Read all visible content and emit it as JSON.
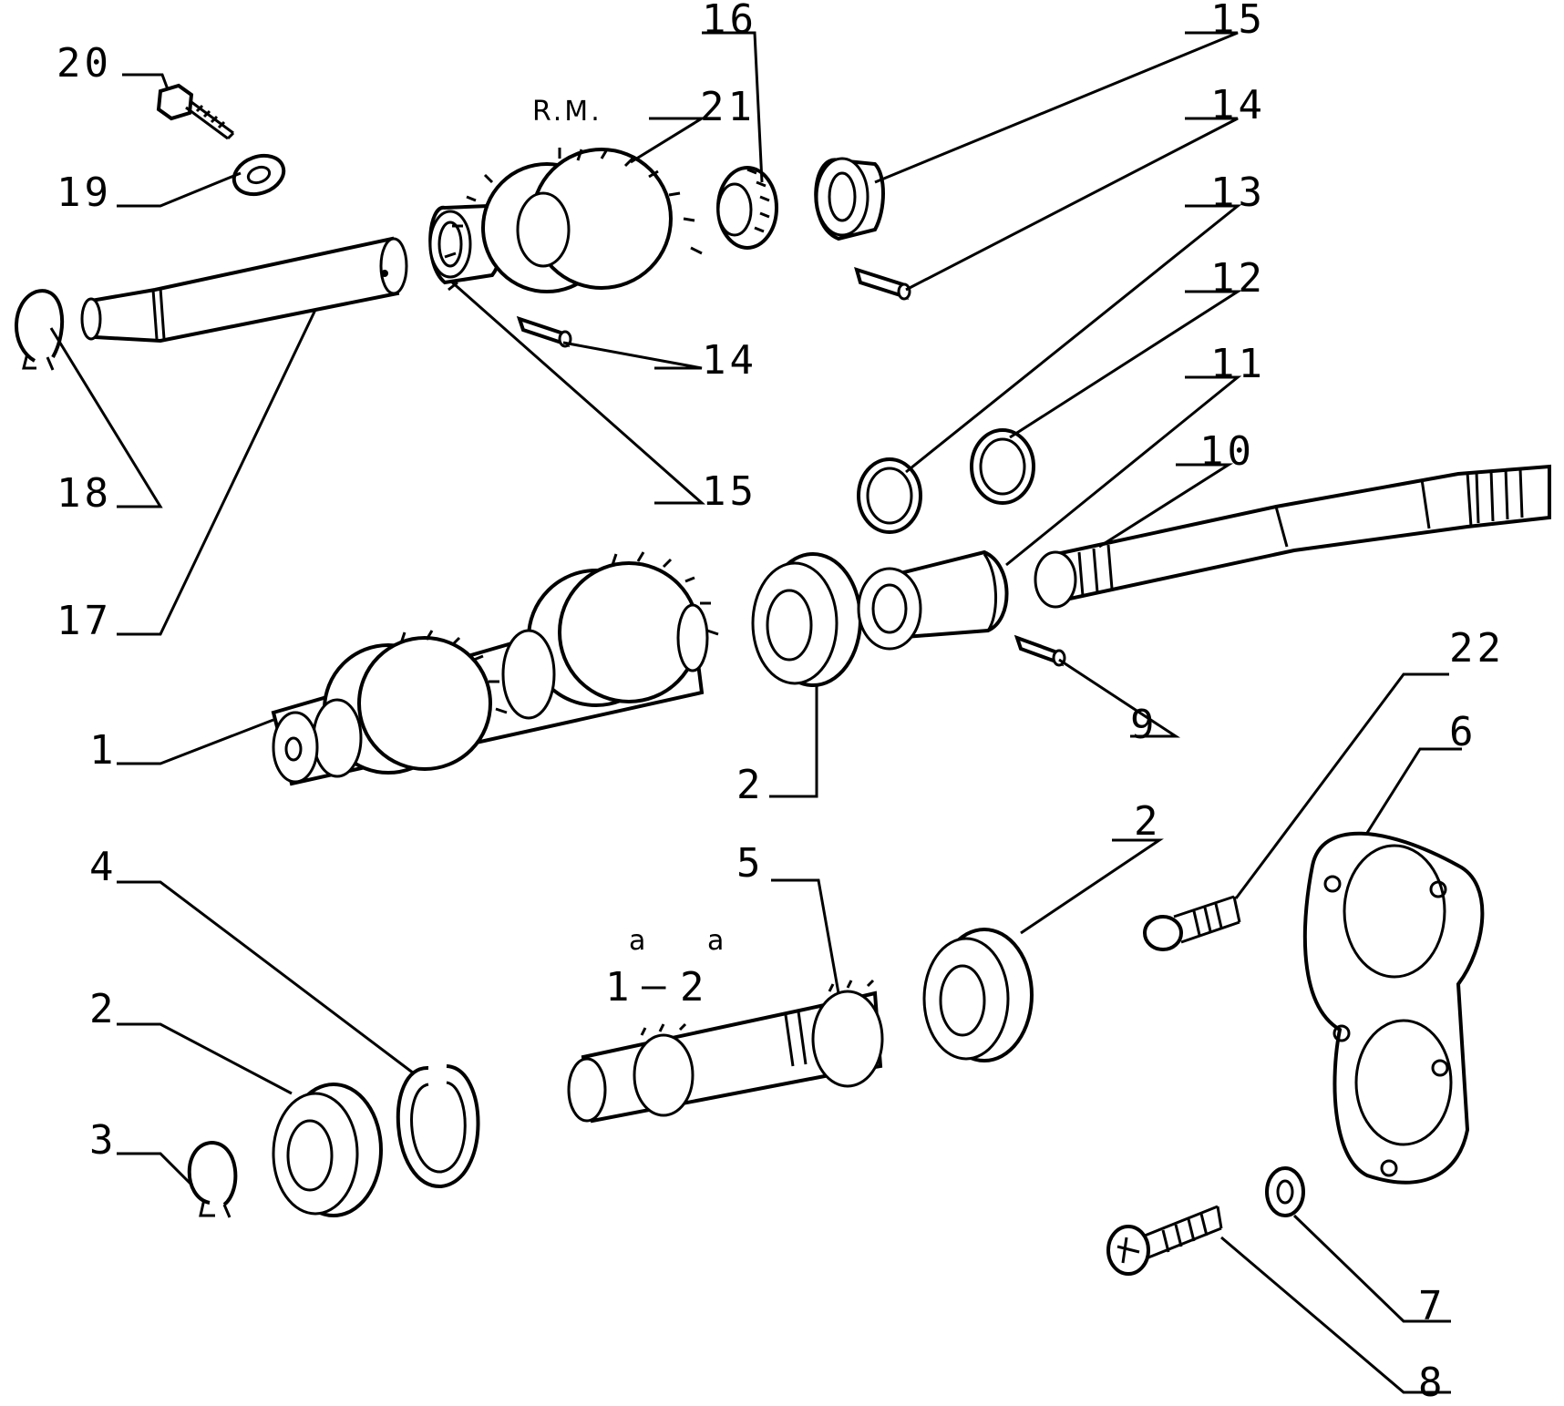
{
  "callouts": {
    "c1": "1",
    "c2a": "2",
    "c2b": "2",
    "c2c": "2",
    "c3": "3",
    "c4": "4",
    "c5": "5",
    "c6": "6",
    "c7": "7",
    "c8": "8",
    "c9": "9",
    "c10": "10",
    "c11": "11",
    "c12": "12",
    "c13": "13",
    "c14a": "14",
    "c14b": "14",
    "c15a": "15",
    "c15b": "15",
    "c16": "16",
    "c17": "17",
    "c18": "18",
    "c19": "19",
    "c20": "20",
    "c21": "21",
    "c22": "22"
  },
  "annotations": {
    "reverse": "R.M.",
    "gear_first": "1",
    "gear_dash": "–",
    "gear_second": "2",
    "superscript_first": "a",
    "superscript_second": "a"
  }
}
